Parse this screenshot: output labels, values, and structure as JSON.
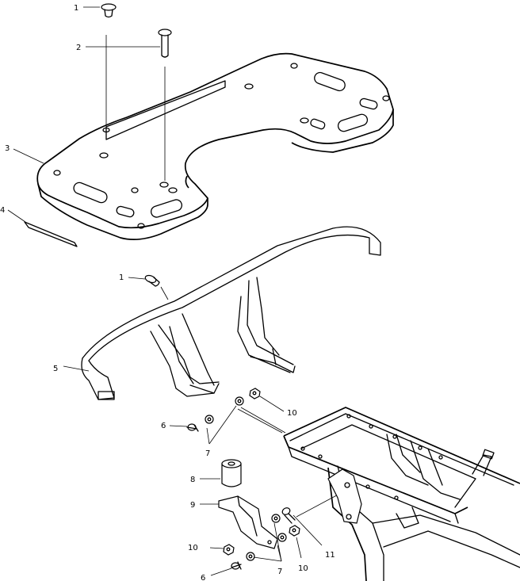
{
  "callouts": {
    "c1a": "1",
    "c2": "2",
    "c3": "3",
    "c4": "4",
    "c1b": "1",
    "c5": "5",
    "c6a": "6",
    "c7a": "7",
    "c10a": "10",
    "c8": "8",
    "c9": "9",
    "c10b": "10",
    "c7b": "7",
    "c10c": "10",
    "c11": "11",
    "c6b": "6"
  }
}
